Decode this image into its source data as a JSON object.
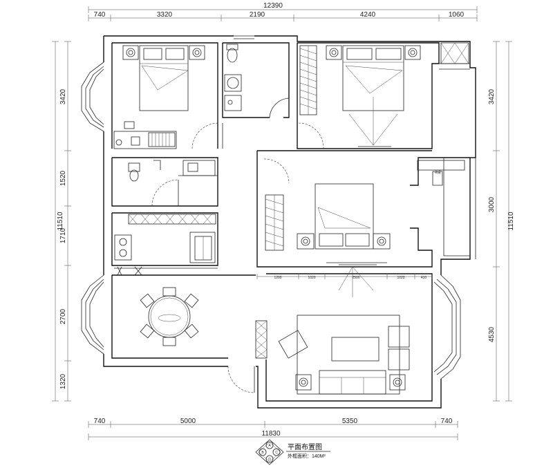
{
  "dimensions": {
    "top_total": "12390",
    "top_segments": [
      "740",
      "3320",
      "2190",
      "4240",
      "1060"
    ],
    "bottom_total": "11830",
    "bottom_segments": [
      "740",
      "5000",
      "5350",
      "740"
    ],
    "left_total": "11510",
    "left_segments": [
      "3420",
      "1520",
      "1710",
      "2700",
      "1320"
    ],
    "right_total": "11510",
    "right_segments": [
      "3420",
      "3000",
      "4530"
    ],
    "interior_segments": [
      "1200",
      "1020",
      "2500",
      "1020",
      "410"
    ]
  },
  "labels": {
    "study": "书桌",
    "title": "平面布置图",
    "area_label": "外框面积：140M²",
    "compass": [
      "A",
      "B",
      "C",
      "D"
    ]
  }
}
